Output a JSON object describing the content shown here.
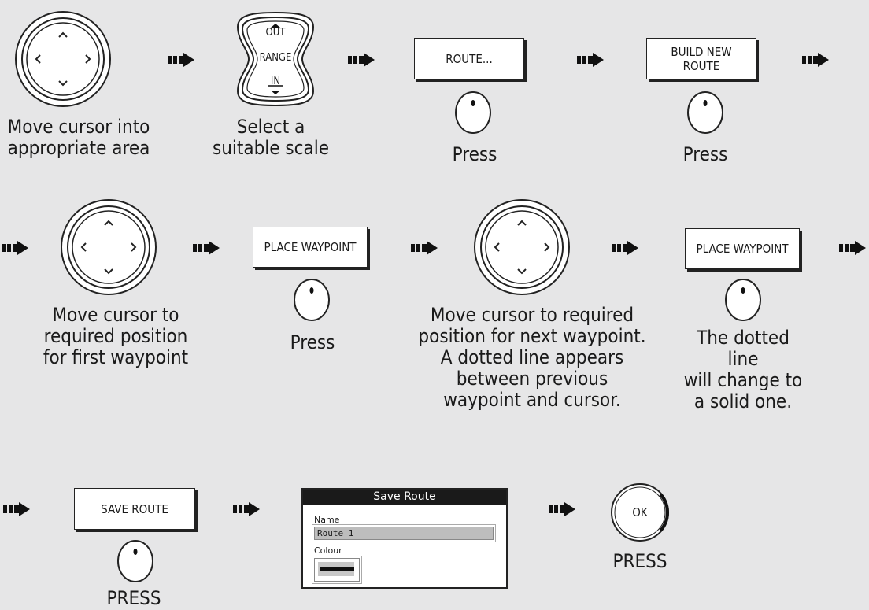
{
  "row1": {
    "step1_caption": "Move cursor into\nappropriate area",
    "range_key": {
      "out_label": "OUT",
      "range_label": "RANGE",
      "in_label": "IN"
    },
    "step2_caption": "Select a\nsuitable scale",
    "route_button": "ROUTE...",
    "step3_caption": "Press",
    "build_button": "BUILD NEW\nROUTE",
    "step4_caption": "Press"
  },
  "row2": {
    "step5_caption": "Move cursor to\nrequired position\nfor first waypoint",
    "place_button_1": "PLACE WAYPOINT",
    "step6_caption": "Press",
    "step7_caption": "Move cursor to required\nposition for next waypoint.\nA dotted line appears\nbetween previous\nwaypoint and cursor.",
    "place_button_2": "PLACE WAYPOINT",
    "step8_caption": "The dotted line\nwill change to\na solid one."
  },
  "row3": {
    "save_button": "SAVE ROUTE",
    "step9_caption": "PRESS",
    "dialog": {
      "title": "Save Route",
      "name_label": "Name",
      "name_value": "Route 1",
      "colour_label": "Colour"
    },
    "ok_label": "OK",
    "step10_caption": "PRESS"
  }
}
